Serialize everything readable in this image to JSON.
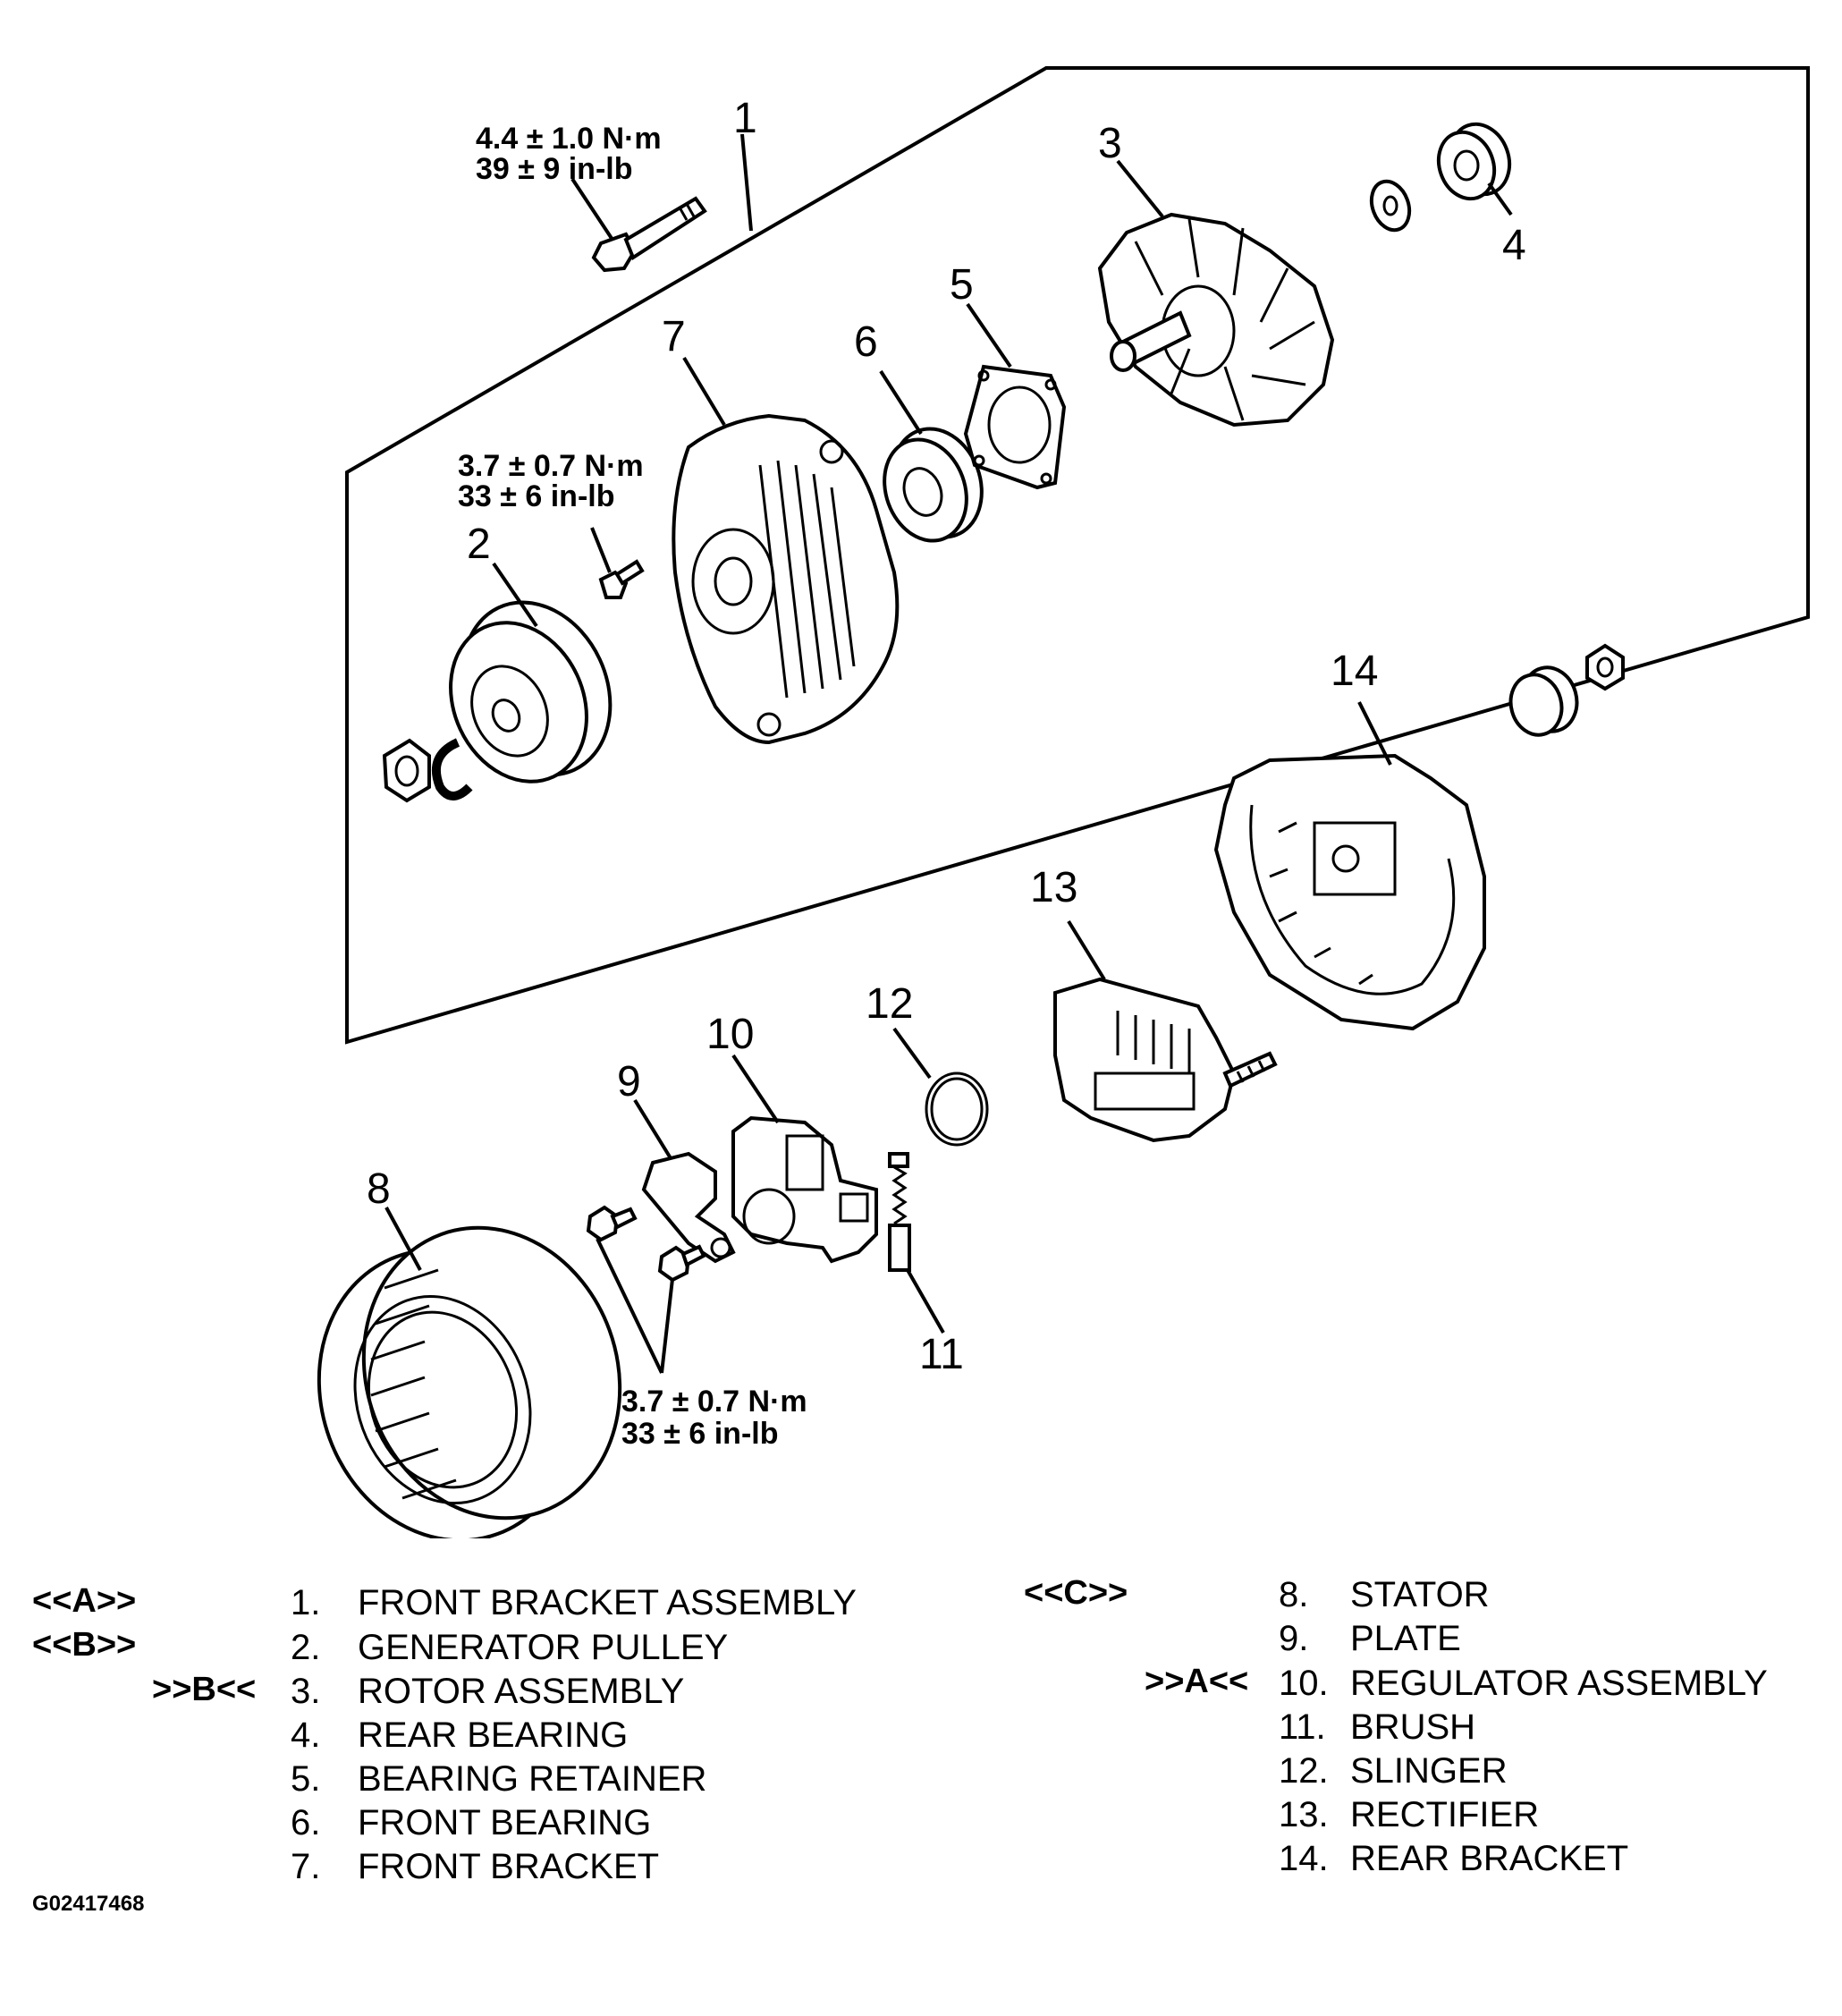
{
  "torque_specs": {
    "bolt_top": {
      "nm": "4.4 ± 1.0  N·m",
      "inlb": "39 ± 9 in-lb"
    },
    "bolt_front": {
      "nm": "3.7 ± 0.7 N·m",
      "inlb": "33 ± 6 in-lb"
    },
    "bolt_regulator": {
      "nm": "3.7 ± 0.7 N·m",
      "inlb": "33 ± 6 in-lb"
    }
  },
  "callouts": [
    "1",
    "2",
    "3",
    "4",
    "5",
    "6",
    "7",
    "8",
    "9",
    "10",
    "11",
    "12",
    "13",
    "14"
  ],
  "legend_left": [
    {
      "ref": "<<A>>",
      "num": "1.",
      "label": "FRONT BRACKET ASSEMBLY"
    },
    {
      "ref": "<<B>>",
      "num": "2.",
      "label": "GENERATOR PULLEY"
    },
    {
      "ref": ">>B<<",
      "num": "3.",
      "label": "ROTOR ASSEMBLY"
    },
    {
      "ref": "",
      "num": "4.",
      "label": "REAR BEARING"
    },
    {
      "ref": "",
      "num": "5.",
      "label": "BEARING RETAINER"
    },
    {
      "ref": "",
      "num": "6.",
      "label": "FRONT BEARING"
    },
    {
      "ref": "",
      "num": "7.",
      "label": "FRONT BRACKET"
    }
  ],
  "legend_right": [
    {
      "ref": "<<C>>",
      "num": "8.",
      "label": "STATOR"
    },
    {
      "ref": "",
      "num": "9.",
      "label": "PLATE"
    },
    {
      "ref": ">>A<<",
      "num": "10.",
      "label": "REGULATOR ASSEMBLY"
    },
    {
      "ref": "",
      "num": "11.",
      "label": "BRUSH"
    },
    {
      "ref": "",
      "num": "12.",
      "label": "SLINGER"
    },
    {
      "ref": "",
      "num": "13.",
      "label": "RECTIFIER"
    },
    {
      "ref": "",
      "num": "14.",
      "label": "REAR BRACKET"
    }
  ],
  "figure_code": "G02417468"
}
